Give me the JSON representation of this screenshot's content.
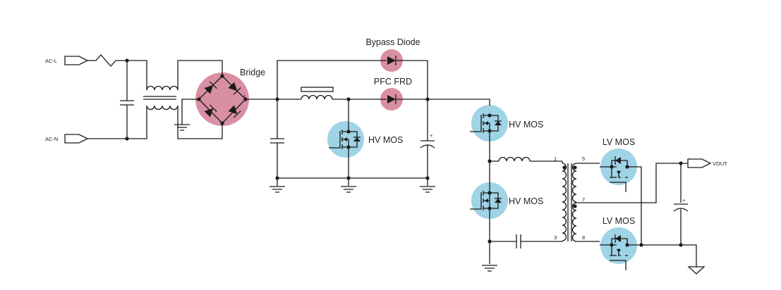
{
  "colors": {
    "diode_highlight": "#d98fa3",
    "mos_highlight": "#9fd3e6",
    "wire": "#1a1a1a"
  },
  "terminals": {
    "ac_l": "AC-L",
    "ac_n": "AC-N",
    "vout": "VOUT"
  },
  "labels": {
    "bridge": "Bridge",
    "bypass_diode": "Bypass Diode",
    "pfc_frd": "PFC FRD",
    "pfc_mos": "HV MOS",
    "hv_mos_high": "HV MOS",
    "hv_mos_low": "HV MOS",
    "lv_mos_top": "LV MOS",
    "lv_mos_bottom": "LV MOS"
  },
  "transformer_pins": {
    "p1": "1",
    "p3": "3",
    "p5": "5",
    "p7": "7",
    "p8": "8"
  },
  "polarity_marks": {
    "plus": "+",
    "minus": "-"
  }
}
